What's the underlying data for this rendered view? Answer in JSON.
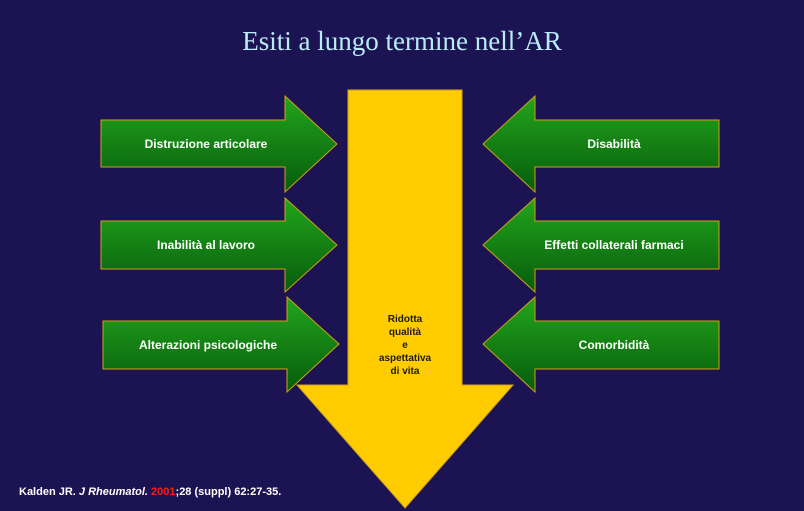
{
  "title": "Esiti a lungo termine nell’AR",
  "left_arrows": [
    {
      "label": "Distruzione articolare"
    },
    {
      "label": "Inabilità al lavoro"
    },
    {
      "label": "Alterazioni psicologiche"
    }
  ],
  "right_arrows": [
    {
      "label": "Disabilità"
    },
    {
      "label": "Effetti collaterali farmaci"
    },
    {
      "label": "Comorbidità"
    }
  ],
  "center_arrow": {
    "lines": [
      "Ridotta",
      "qualità",
      "e",
      "aspettativa",
      "di vita"
    ]
  },
  "citation": {
    "author": "Kalden JR. ",
    "journal": "J Rheumatol.",
    "year": "2001",
    "rest": ";28 (suppl) 62:27-35."
  },
  "colors": {
    "background": "#1c1452",
    "title": "#b9ecf6",
    "center_arrow": "#ffcc00",
    "side_arrow_light": "#22a51c",
    "side_arrow_dark": "#075c0c",
    "side_arrow_border": "#d4a017",
    "citation_year": "#ff1a1a"
  }
}
